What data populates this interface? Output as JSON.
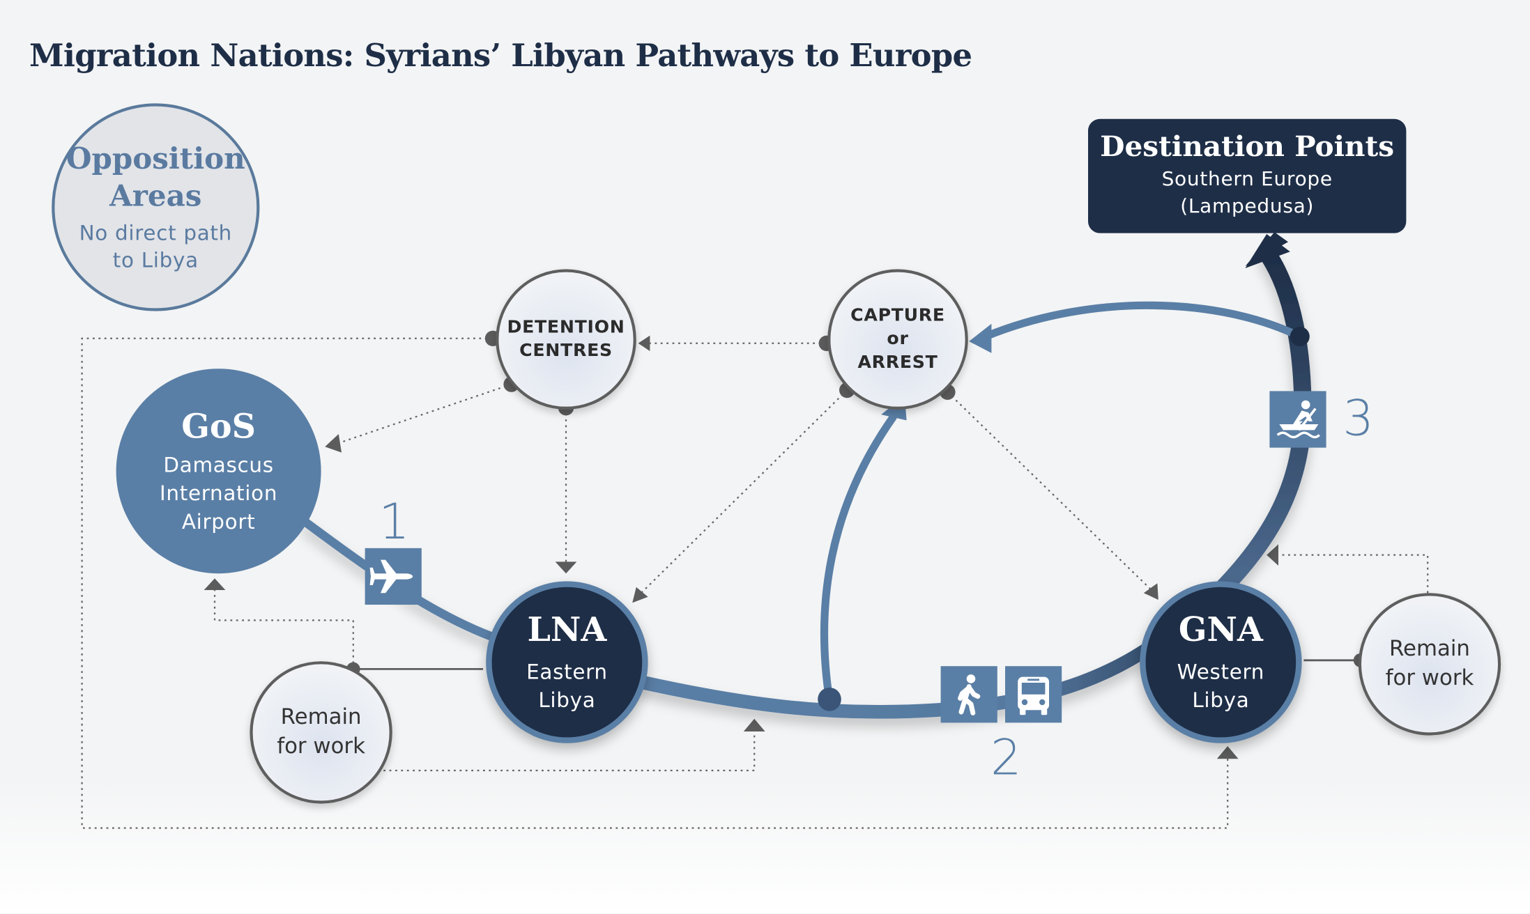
{
  "title": "Migration Nations: Syrians’ Libyan Pathways to Europe",
  "nodes": {
    "opposition": {
      "title_line1": "Opposition",
      "title_line2": "Areas",
      "sub_line1": "No direct path",
      "sub_line2": "to Libya"
    },
    "gos": {
      "title": "GoS",
      "sub_line1": "Damascus",
      "sub_line2": "Internation",
      "sub_line3": "Airport"
    },
    "lna": {
      "title": "LNA",
      "sub_line1": "Eastern",
      "sub_line2": "Libya"
    },
    "gna": {
      "title": "GNA",
      "sub_line1": "Western",
      "sub_line2": "Libya"
    },
    "detention": {
      "line1": "DETENTION",
      "line2": "CENTRES"
    },
    "capture": {
      "line1": "CAPTURE",
      "line2": "or",
      "line3": "ARREST"
    },
    "remain_work_east": {
      "line1": "Remain",
      "line2": "for work"
    },
    "remain_work_west": {
      "line1": "Remain",
      "line2": "for work"
    },
    "destination": {
      "title": "Destination Points",
      "sub_line1": "Southern Europe",
      "sub_line2": "(Lampedusa)"
    }
  },
  "steps": {
    "one": "1",
    "two": "2",
    "three": "3"
  },
  "icons": {
    "step1": "airplane-icon",
    "step2a": "walking-person-icon",
    "step2b": "bus-icon",
    "step3": "rowing-boat-icon"
  },
  "colors": {
    "navy": "#1e2e47",
    "steel_blue": "#5a7fa6",
    "light_circle": "#e2e4e8",
    "dotted_line": "#666666",
    "background": "#f3f4f5"
  }
}
